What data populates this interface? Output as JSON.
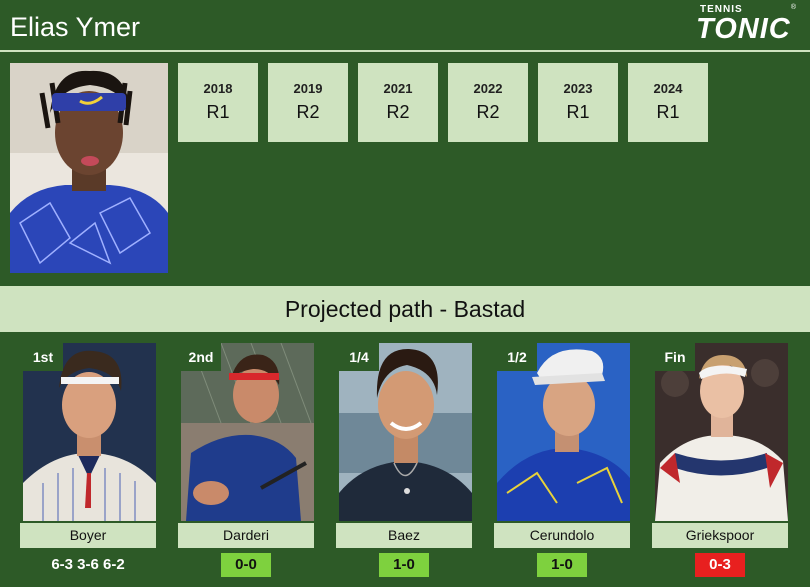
{
  "header": {
    "player_name": "Elias Ymer",
    "logo_top": "TENNIS",
    "logo_main": "TONIC",
    "logo_reg": "®"
  },
  "history": [
    {
      "year": "2018",
      "round": "R1"
    },
    {
      "year": "2019",
      "round": "R2"
    },
    {
      "year": "2021",
      "round": "R2"
    },
    {
      "year": "2022",
      "round": "R2"
    },
    {
      "year": "2023",
      "round": "R1"
    },
    {
      "year": "2024",
      "round": "R1"
    }
  ],
  "banner": "Projected path - Bastad",
  "opponents": [
    {
      "round": "1st",
      "name": "Boyer",
      "result": "6-3 3-6 6-2"
    },
    {
      "round": "2nd",
      "name": "Darderi",
      "result": "0-0"
    },
    {
      "round": "1/4",
      "name": "Baez",
      "result": "1-0"
    },
    {
      "round": "1/2",
      "name": "Cerundolo",
      "result": "1-0"
    },
    {
      "round": "Fin",
      "name": "Griekspoor",
      "result": "0-3"
    }
  ],
  "colors": {
    "background": "#2d5a27",
    "light_panel": "#cfe3c0",
    "h2h_positive": "#7ed13e",
    "h2h_negative": "#e8201f"
  }
}
